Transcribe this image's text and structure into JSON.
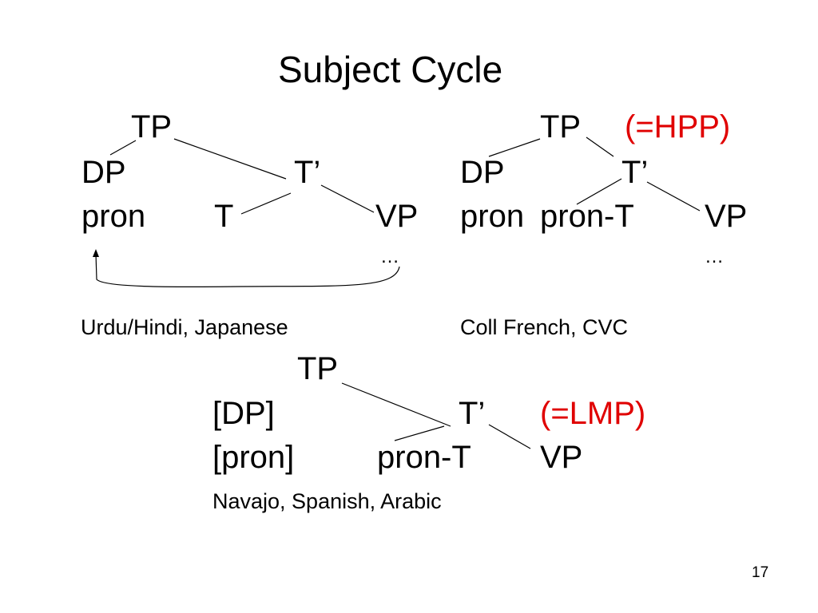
{
  "title": "Subject Cycle",
  "tree1": {
    "tp": "TP",
    "dp": "DP",
    "t_bar": "T’",
    "pron": "pron",
    "t": "T",
    "vp": "VP",
    "ellipsis": "…",
    "languages": "Urdu/Hindi, Japanese"
  },
  "tree2": {
    "tp": "TP",
    "label": "(=HPP)",
    "dp": "DP",
    "t_bar": "T’",
    "pron": "pron",
    "pron_t": "pron-T",
    "vp": "VP",
    "ellipsis": "…",
    "languages": "Coll French, CVC"
  },
  "tree3": {
    "tp": "TP",
    "dp": "[DP]",
    "t_bar": "T’",
    "label": "(=LMP)",
    "pron": "[pron]",
    "pron_t": "pron-T",
    "vp": "VP",
    "languages": "Navajo, Spanish, Arabic"
  },
  "colors": {
    "text": "#000000",
    "label": "#e00000"
  },
  "slide_number": "17"
}
